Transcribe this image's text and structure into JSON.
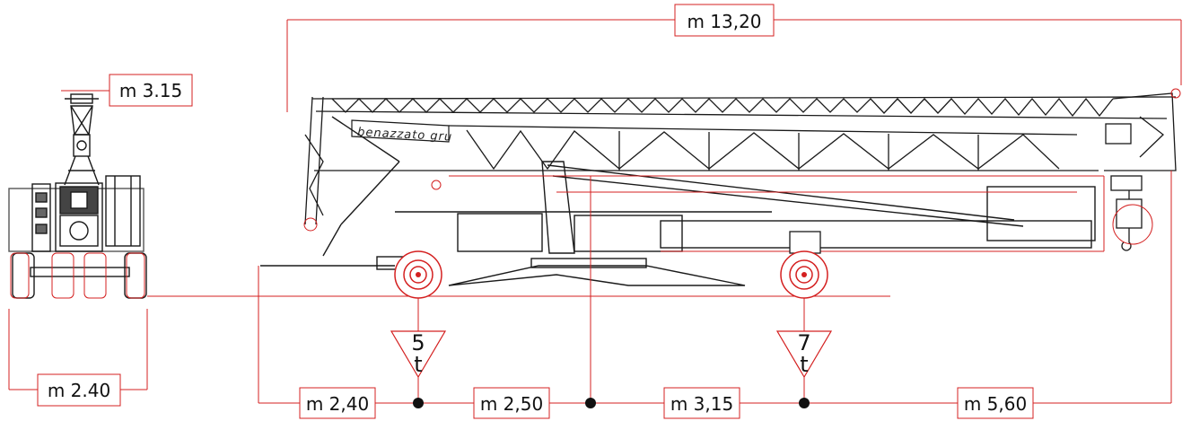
{
  "diagram": {
    "brand": "benazzato gru",
    "overall_length": "m 13,20",
    "front_view": {
      "height": "m 3.15",
      "width": "m 2.40"
    },
    "segments": [
      {
        "label": "m 2,40"
      },
      {
        "label": "m 2,50"
      },
      {
        "label": "m 3,15"
      },
      {
        "label": "m 5,60"
      }
    ],
    "axle_loads": [
      {
        "value": "5",
        "unit": "t"
      },
      {
        "value": "7",
        "unit": "t"
      }
    ],
    "colors": {
      "dimension_line": "#d42020",
      "structure": "#1a1a1a",
      "label_border": "#d42020",
      "node": "#111111"
    }
  }
}
